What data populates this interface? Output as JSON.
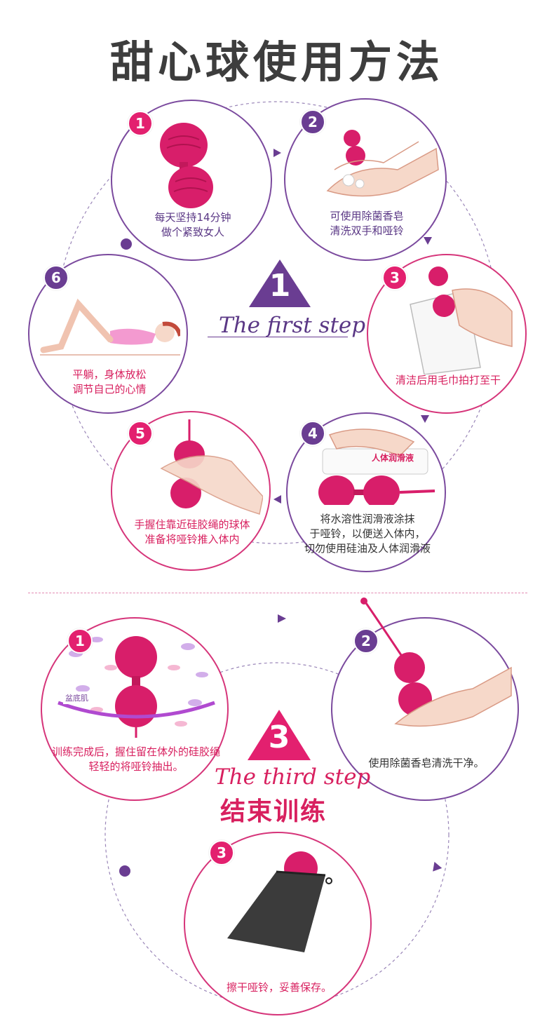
{
  "title": "甜心球使用方法",
  "section1": {
    "triangle_number": "1",
    "step_label": "The first step",
    "steps": [
      {
        "number": "1",
        "lines": [
          "每天坚持14分钟",
          "做个紧致女人"
        ]
      },
      {
        "number": "2",
        "lines": [
          "可使用除菌香皂",
          "清洗双手和哑铃"
        ]
      },
      {
        "number": "3",
        "lines": [
          "清洁后用毛巾拍打至干"
        ]
      },
      {
        "number": "4",
        "lines": [
          "将水溶性润滑液涂抹",
          "于哑铃，以便送入体内，",
          "切勿使用硅油及人体润滑液"
        ],
        "bottle_label": "人体润滑液"
      },
      {
        "number": "5",
        "lines": [
          "手握住靠近硅胶绳的球体",
          "准备将哑铃推入体内"
        ]
      },
      {
        "number": "6",
        "lines": [
          "平躺，身体放松",
          "调节自己的心情"
        ]
      }
    ]
  },
  "section3": {
    "triangle_number": "3",
    "step_label": "The third step",
    "subtitle": "结束训练",
    "steps": [
      {
        "number": "1",
        "lines": [
          "训练完成后，握住留在体外的硅胶绳",
          "轻轻的将哑铃抽出。"
        ],
        "muscle_label": "盆底肌"
      },
      {
        "number": "2",
        "lines": [
          "使用除菌香皂清洗干净。"
        ]
      },
      {
        "number": "3",
        "lines": [
          "擦干哑铃，妥善保存。"
        ]
      }
    ]
  },
  "colors": {
    "pink": "#e3206f",
    "purple": "#6a3d92",
    "title": "#3d3d3d",
    "ball": "#d81e6a"
  }
}
